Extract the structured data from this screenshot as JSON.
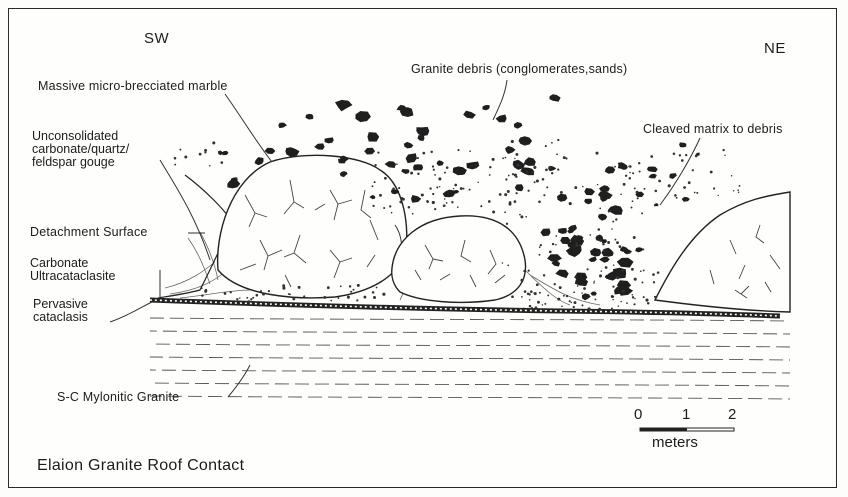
{
  "orientation": {
    "left": "SW",
    "right": "NE"
  },
  "labels": {
    "granite_debris": "Granite debris (conglomerates,sands)",
    "marble": "Massive micro-brecciated marble",
    "gouge": [
      "Unconsolidated",
      "carbonate/quartz/",
      "feldspar gouge"
    ],
    "cleaved": "Cleaved matrix to debris",
    "detachment": "Detachment Surface",
    "ultracataclasite": [
      "Carbonate",
      "Ultracataclasite"
    ],
    "cataclasis": [
      "Pervasive",
      "cataclasis"
    ],
    "mylonite": "S-C Mylonitic Granite"
  },
  "scale_bar": {
    "ticks": [
      "0",
      "1",
      "2"
    ],
    "unit": "meters"
  },
  "title": "Elaion Granite Roof Contact"
}
